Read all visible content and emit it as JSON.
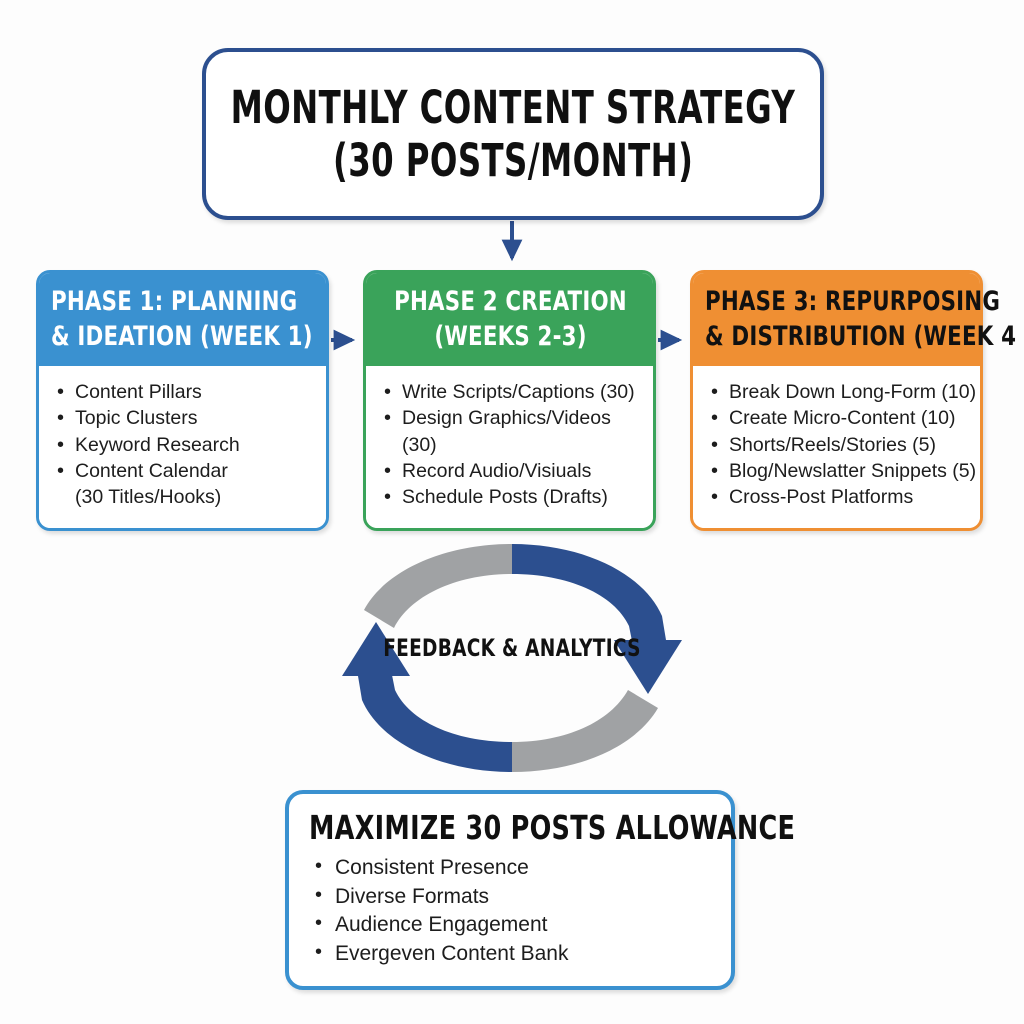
{
  "colors": {
    "navy": "#2c4f8f",
    "blue": "#3a91d0",
    "green": "#3aa35a",
    "orange": "#ef8f33",
    "gray": "#a0a2a4",
    "background": "#fdfdfd",
    "text": "#1d1d1d"
  },
  "title": {
    "line1": "MONTHLY CONTENT STRATEGY",
    "line2": "(30 POSTS/MONTH)"
  },
  "phases": [
    {
      "id": "phase-1",
      "header_line1": "PHASE 1: PLANNING",
      "header_line2": "& IDEATION (WEEK 1)",
      "items": [
        "Content Pillars",
        "Topic Clusters",
        "Keyword Research",
        "Content Calendar"
      ],
      "continuation": "(30 Titles/Hooks)"
    },
    {
      "id": "phase-2",
      "header_line1": "PHASE 2 CREATION",
      "header_line2": "(WEEKS 2-3)",
      "items": [
        "Write Scripts/Captions (30)",
        "Design Graphics/Videos"
      ],
      "continuation": "(30)",
      "items_after": [
        "Record Audio/Visiuals",
        "Schedule Posts (Drafts)"
      ]
    },
    {
      "id": "phase-3",
      "header_line1": "PHASE 3: REPURPOSING",
      "header_line2": "& DISTRIBUTION (WEEK 4",
      "items": [
        "Break Down Long-Form (10)",
        "Create Micro-Content (10)",
        "Shorts/Reels/Stories (5)",
        "Blog/Newslatter Snippets (5)",
        "Cross-Post Platforms"
      ]
    }
  ],
  "feedback_loop": {
    "label": "FEEDBACK & ANALYTICS"
  },
  "bottom": {
    "title": "MAXIMIZE 30 POSTS ALLOWANCE",
    "items": [
      "Consistent Presence",
      "Diverse Formats",
      "Audience Engagement",
      "Evergeven Content Bank"
    ]
  }
}
